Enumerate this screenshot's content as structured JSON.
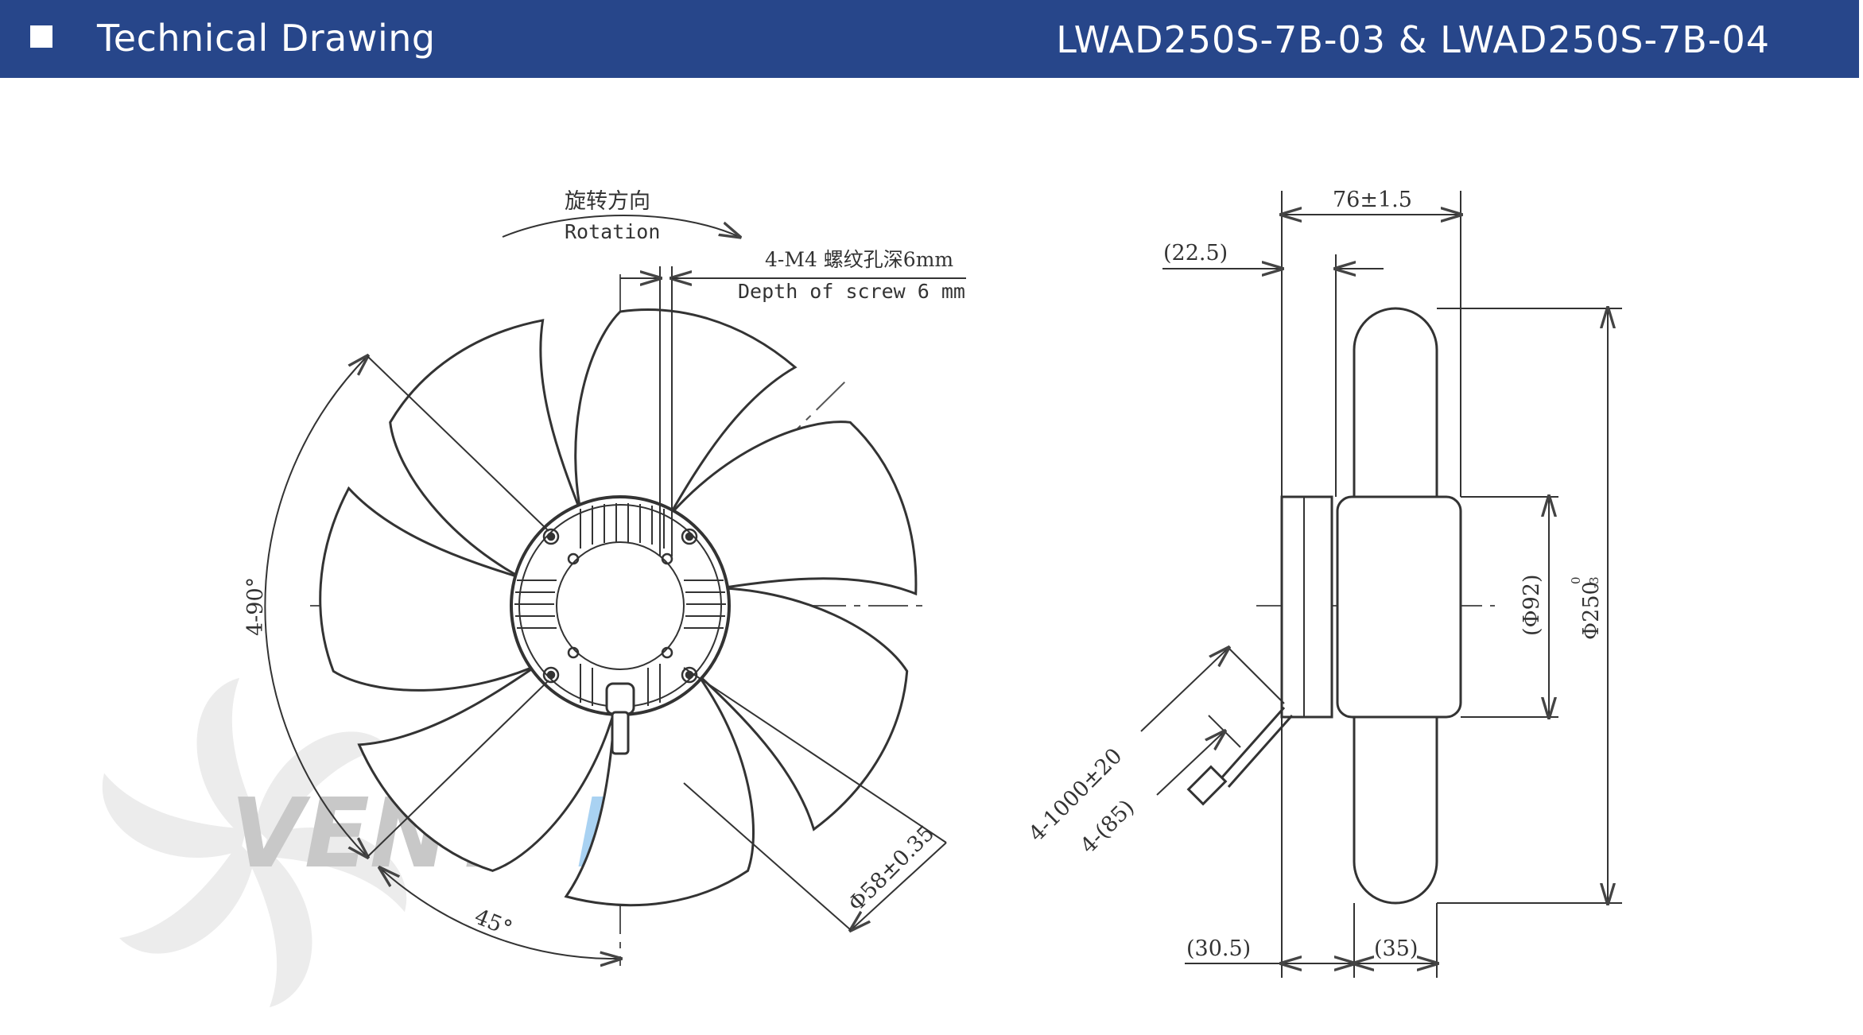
{
  "header": {
    "title": "Technical Drawing",
    "model": "LWAD250S-7B-03 & LWAD250S-7B-04",
    "background": "#27468a"
  },
  "front_view": {
    "rotation_cn": "旋转方向",
    "rotation_en": "Rotation",
    "screw_cn": "4-M4 螺纹孔深6mm",
    "screw_en": "Depth of screw 6 mm",
    "angle_90": "4-90°",
    "angle_45": "45°",
    "hole_dia": "Φ58±0.35"
  },
  "side_view": {
    "width_total": "76±1.5",
    "offset_top": "(22.5)",
    "cable_length": "4-1000±20",
    "cable_strip": "4-(85)",
    "motor_dia": "(Φ92)",
    "fan_dia": "Φ250",
    "fan_dia_tol_upper": "0",
    "fan_dia_tol_lower": "-3",
    "offset_bottom": "(30.5)",
    "blade_width": "(35)"
  },
  "watermark": {
    "text_grey": "VENT",
    "text_blue": "EL",
    "grey": "#c8c8c8",
    "blue": "#a9d2f2"
  }
}
